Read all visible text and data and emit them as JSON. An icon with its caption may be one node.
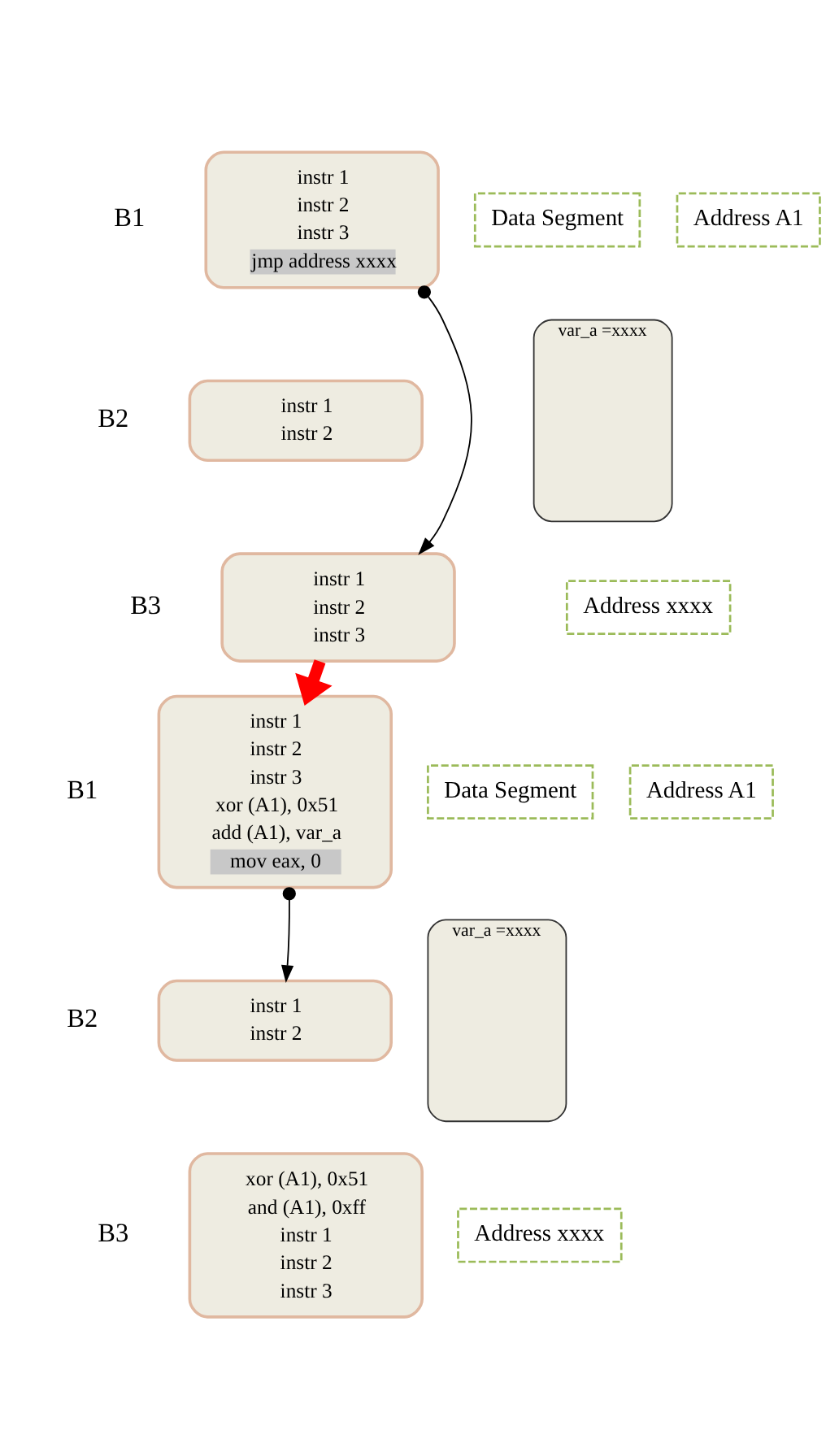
{
  "diagram": {
    "nodes": [
      {
        "text": [
          "instr 1",
          "instr 2",
          "instr 3",
          "jmp address xxxx"
        ],
        "beside": [
          "B1"
        ]
      },
      {
        "text": [
          "Data Segment"
        ]
      },
      {
        "text": [
          "Address A1"
        ]
      },
      {
        "text": [
          "var_a =xxxx"
        ]
      },
      {
        "text": [
          "instr 1",
          "instr 2"
        ],
        "beside": [
          "B2"
        ]
      },
      {
        "text": [
          "Address xxxx"
        ]
      },
      {
        "text": [
          "instr 1",
          "instr 2",
          "instr 3"
        ],
        "beside": [
          "B3"
        ]
      },
      {
        "text": [
          "instr 1",
          "instr 2",
          "instr 3",
          "xor (A1), 0x51",
          "add (A1), var_a",
          "mov eax, 0"
        ],
        "beside": [
          "B1"
        ]
      },
      {
        "text": [
          "Data Segment"
        ]
      },
      {
        "text": [
          "Address A1"
        ]
      },
      {
        "text": [
          "var_a =xxxx"
        ]
      },
      {
        "text": [
          "instr 1",
          "instr 2"
        ],
        "beside": [
          "B2"
        ]
      },
      {
        "text": [
          "Address xxxx"
        ]
      },
      {
        "text": [
          "xor (A1), 0x51",
          "and (A1), 0xff",
          "instr 1",
          "instr 2",
          "instr 3"
        ],
        "beside": [
          "B3"
        ]
      }
    ],
    "edges": [
      {
        "from": 0,
        "to": 6,
        "arrow": "to"
      },
      {
        "from": 6,
        "to": 7,
        "arrow": "to",
        "style": "thick",
        "color": "#ff0000"
      },
      {
        "from": 7,
        "to": 11,
        "arrow": "to"
      }
    ]
  }
}
